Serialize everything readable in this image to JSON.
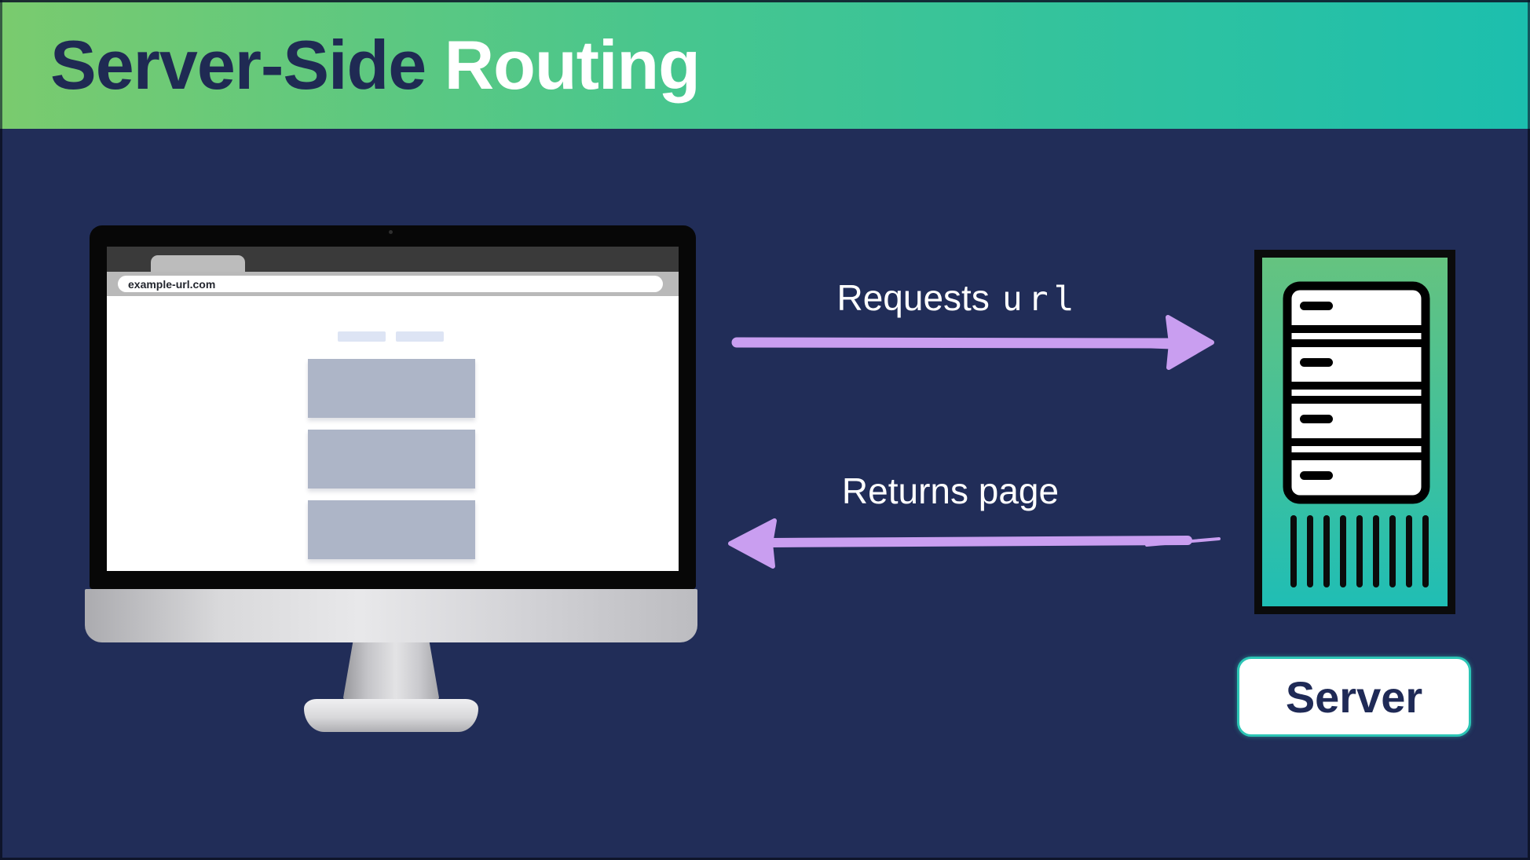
{
  "title": {
    "part_dark": "Server-Side",
    "part_light": "Routing"
  },
  "browser": {
    "url": "example-url.com"
  },
  "flow_top": {
    "text_sans": "Requests",
    "text_mono": "url",
    "direction": "client-to-server"
  },
  "flow_bottom": {
    "text_sans": "Returns page",
    "direction": "server-to-client"
  },
  "server": {
    "label": "Server"
  },
  "colors": {
    "background": "#212d58",
    "header_gradient_left": "#7acb6e",
    "header_gradient_right": "#1cbfae",
    "title_dark": "#1f2a53",
    "title_light": "#ffffff",
    "arrow_purple": "#c99ef0",
    "server_gradient_top": "#66c37f",
    "server_gradient_bottom": "#1fbeb5",
    "server_label_border": "#2cc5b5",
    "content_block": "#adb5c7",
    "nav_link": "#dde4f4"
  }
}
